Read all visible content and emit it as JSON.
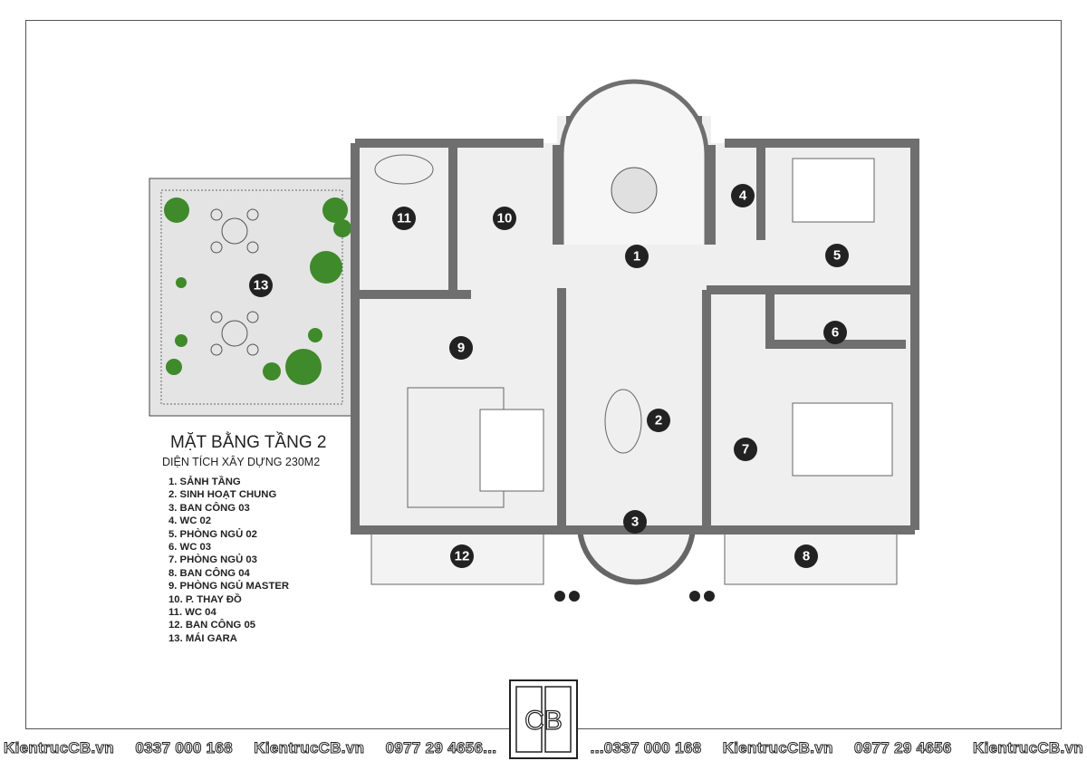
{
  "title": "MẶT BẰNG TẦNG 2",
  "subtitle": "DIỆN TÍCH XÂY DỰNG 230M2",
  "legend": [
    "1. SẢNH TẦNG",
    "2. SINH HOẠT CHUNG",
    "3. BAN CÔNG 03",
    "4. WC 02",
    "5. PHÒNG NGỦ 02",
    "6. WC 03",
    "7. PHÒNG NGỦ 03",
    "8. BAN CÔNG 04",
    "9. PHÒNG NGỦ MASTER",
    "10. P. THAY ĐỒ",
    "11. WC 04",
    "12. BAN CÔNG 05",
    "13. MÁI GARA"
  ],
  "room_numbers": [
    "1",
    "2",
    "3",
    "4",
    "5",
    "6",
    "7",
    "8",
    "9",
    "10",
    "11",
    "12",
    "13"
  ],
  "footer": [
    "KientrucCB.vn",
    "0337 000 168",
    "KientrucCB.vn",
    "0977 29 4656...",
    "...0337 000 168",
    "KientrucCB.vn",
    "0977 29 4656",
    "KientrucCB.vn"
  ],
  "logo_text": "CB",
  "colors": {
    "wall": "#6f6f6f",
    "floor": "#efefef",
    "terrace": "#e6e6e6",
    "tree": "#3f8a2a",
    "marker": "#222222"
  }
}
